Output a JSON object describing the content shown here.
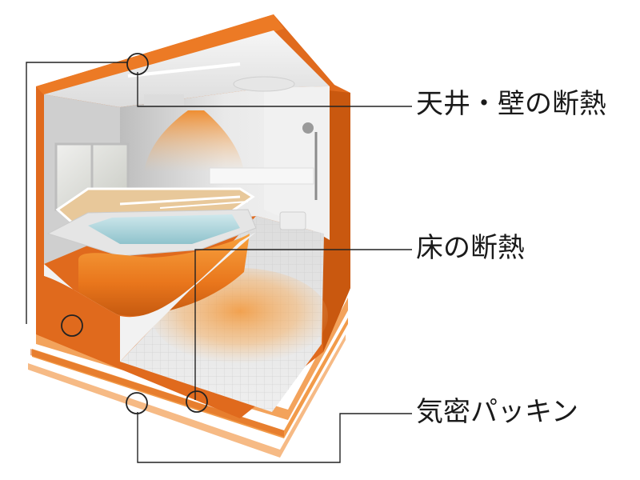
{
  "labels": {
    "ceiling_wall_insulation": "天井・壁の断熱",
    "floor_insulation": "床の断熱",
    "airtight_gasket": "気密パッキン"
  },
  "colors": {
    "shell_orange": "#e06a1d",
    "insulation_orange": "#f08a2a",
    "base_light_orange": "#f3a35c",
    "callout_line": "#222222"
  },
  "icons": {
    "marker": "circle-marker"
  }
}
